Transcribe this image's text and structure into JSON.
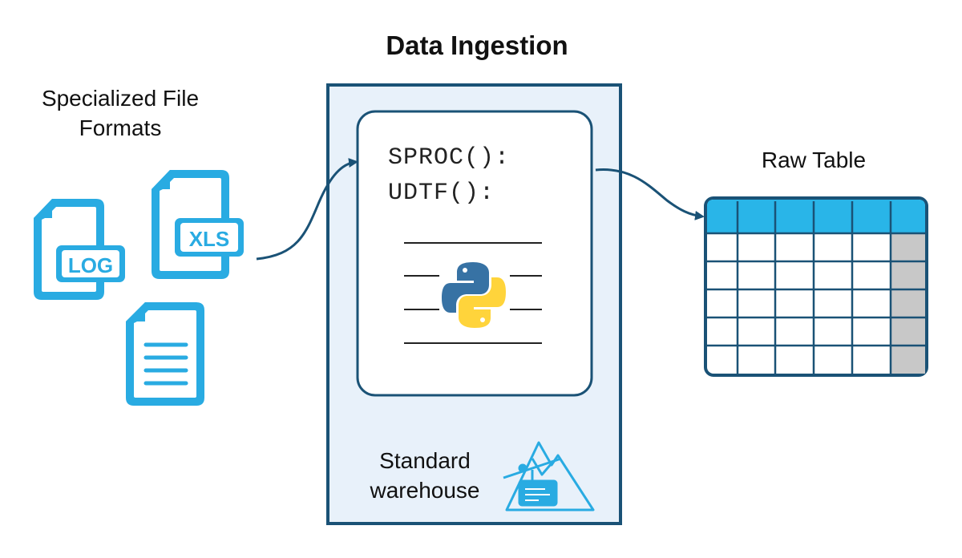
{
  "title": "Data Ingestion",
  "sources": {
    "label_line1": "Specialized File",
    "label_line2": "Formats",
    "files": [
      {
        "badge": "LOG",
        "icon": "log-file-icon"
      },
      {
        "badge": "XLS",
        "icon": "xls-file-icon"
      },
      {
        "badge": "",
        "icon": "text-document-icon"
      }
    ]
  },
  "warehouse": {
    "code_lines": [
      "SPROC():",
      "UDTF():"
    ],
    "logo_icon": "python-logo-icon",
    "label_line1": "Standard",
    "label_line2": "warehouse",
    "warehouse_icon": "warehouse-mountain-icon"
  },
  "output": {
    "label": "Raw Table",
    "table_icon": "raw-table-icon"
  },
  "colors": {
    "file_blue": "#29abe2",
    "frame_navy": "#1a5276",
    "panel_fill": "#e8f1fa",
    "table_header": "#29b5e8",
    "table_shaded": "#c8c8c8",
    "python_blue": "#3772a4",
    "python_yellow": "#ffd43b"
  }
}
